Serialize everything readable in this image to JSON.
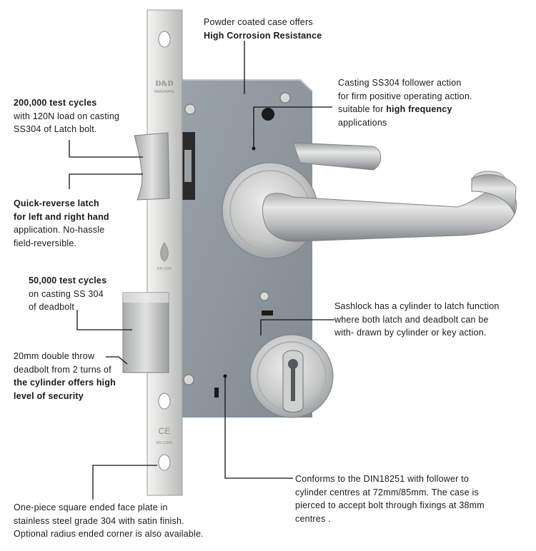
{
  "colors": {
    "case_gray": "#8f99a1",
    "steel": "#c9cccd",
    "steel_dark": "#8e9193",
    "text": "#1a1a1a",
    "line": "#111111"
  },
  "faceplate": {
    "logo": "D&D",
    "logo_sub": "HARDWARE",
    "mark_text": "EN 1634",
    "ce_mark": "CE",
    "standard_mark": "EN 12209"
  },
  "annotations": {
    "case": {
      "line1": "Powder coated case offers",
      "line2_bold": "High Corrosion Resistance"
    },
    "follower": {
      "line1": "Casting SS304 follower action",
      "line2": "for firm positive operating action.",
      "line3_pre": "suitable for ",
      "line3_bold": "high frequency",
      "line4": "applications"
    },
    "latch_cycles": {
      "line1_bold": "200,000 test cycles",
      "line2": "with 120N load on casting",
      "line3": "SS304 of Latch bolt."
    },
    "reverse_latch": {
      "line1_bold": "Quick-reverse latch",
      "line2_bold": "for left and right hand",
      "line3": "application. No-hassle",
      "line4": "field-reversible."
    },
    "deadbolt_cycles": {
      "line1_bold": "50,000 test cycles",
      "line2": "on casting SS 304",
      "line3": "of deadbolt"
    },
    "double_throw": {
      "line1": "20mm double throw",
      "line2": "deadbolt from 2 turns of",
      "line3_bold": "the cylinder offers high",
      "line4_bold": "level of security"
    },
    "sashlock": {
      "line1": "Sashlock has a cylinder to latch function",
      "line2": "where both latch and deadbolt can be",
      "line3": "with- drawn by cylinder or key action."
    },
    "din": {
      "line1": "Conforms to the DIN18251 with follower to",
      "line2": "cylinder centres at 72mm/85mm. The case is",
      "line3": "pierced to accept bolt through fixings at 38mm",
      "line4": "centres ."
    },
    "faceplate_note": {
      "line1": "One-piece square ended face plate in",
      "line2": "stainless steel grade 304 with satin finish.",
      "line3": "Optional radius ended corner is also available."
    }
  }
}
